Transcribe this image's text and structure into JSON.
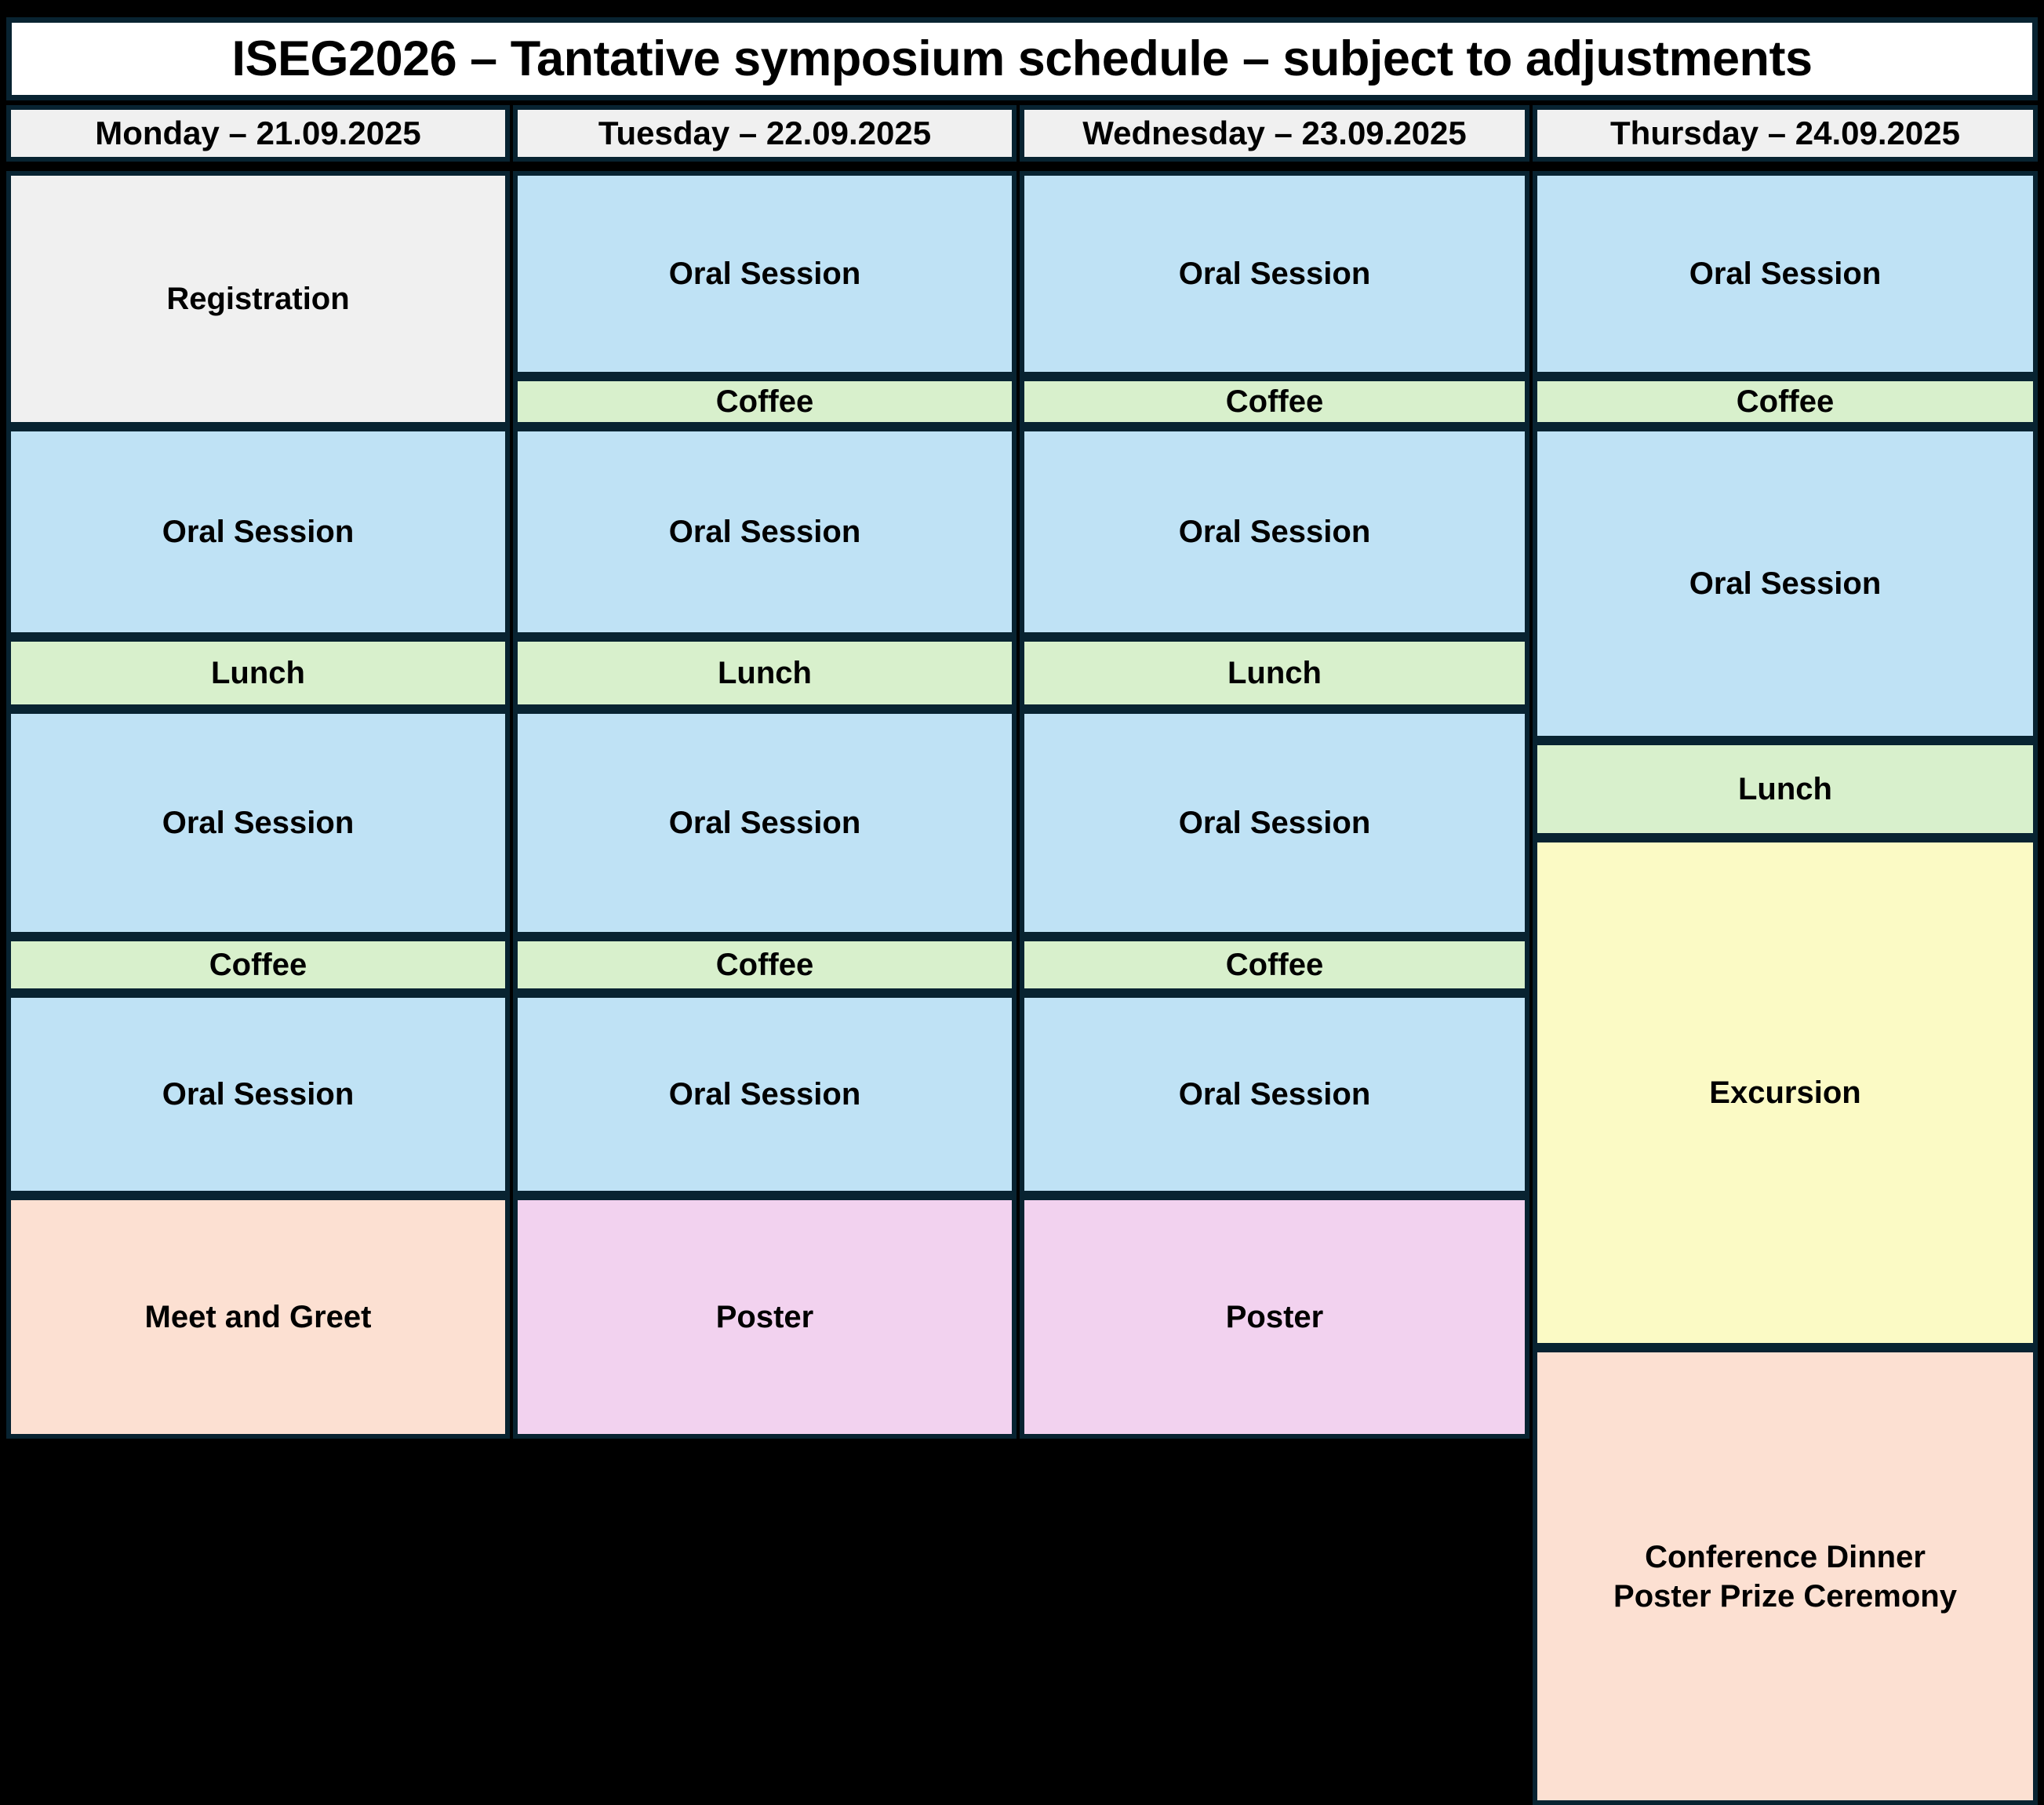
{
  "title": "ISEG2026 – Tantative symposium schedule – subject to adjustments",
  "columns": [
    {
      "id": "monday",
      "header": "Monday – 21.09.2025"
    },
    {
      "id": "tuesday",
      "header": "Tuesday – 22.09.2025"
    },
    {
      "id": "wednesday",
      "header": "Wednesday – 23.09.2025"
    },
    {
      "id": "thursday",
      "header": "Thursday – 24.09.2025"
    }
  ],
  "legend_colors": {
    "registration": "#f0f0f0",
    "oral_session": "#bfe2f5",
    "break": "#d8f0cc",
    "social": "#fce0d2",
    "poster": "#f2d2ef",
    "excursion": "#fbfac5",
    "border": "#082331",
    "background": "#000000"
  },
  "cells": {
    "mon_1": "Registration",
    "mon_2": "Oral Session",
    "mon_3": "Lunch",
    "mon_4": "Oral Session",
    "mon_5": "Coffee",
    "mon_6": "Oral Session",
    "mon_7": "Meet and Greet",
    "tue_1": "Oral Session",
    "tue_2": "Coffee",
    "tue_3": "Oral Session",
    "tue_4": "Lunch",
    "tue_5": "Oral Session",
    "tue_6": "Coffee",
    "tue_7": "Oral Session",
    "tue_8": "Poster",
    "wed_1": "Oral Session",
    "wed_2": "Coffee",
    "wed_3": "Oral Session",
    "wed_4": "Lunch",
    "wed_5": "Oral Session",
    "wed_6": "Coffee",
    "wed_7": "Oral Session",
    "wed_8": "Poster",
    "thu_1": "Oral Session",
    "thu_2": "Coffee",
    "thu_3": "Oral Session",
    "thu_4": "Lunch",
    "thu_5": "Excursion",
    "thu_6": "Conference Dinner\nPoster Prize Ceremony"
  }
}
